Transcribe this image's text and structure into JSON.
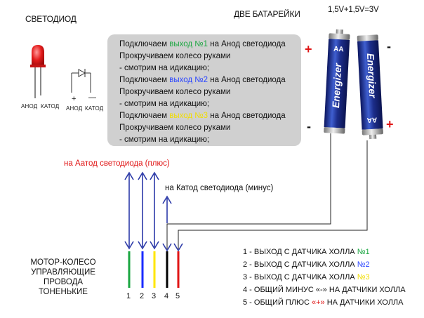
{
  "labels": {
    "led_title": "СВЕТОДИОД",
    "batteries_title": "ДВЕ БАТАРЕЙКИ",
    "voltage": "1,5V+1,5V=3V",
    "anode_pin": "АНОД",
    "cathode_pin": "КАТОД",
    "anode_symbol": "АНОД",
    "cathode_symbol": "КАТОД",
    "plus_symbol": "+",
    "minus_symbol": "—",
    "battery_left_plus": "+",
    "battery_left_minus": "-",
    "battery_right_minus": "-",
    "battery_right_plus": "+",
    "to_anode": "на Аатод светодиода (плюс)",
    "to_cathode": "на Катод светодиода (минус)",
    "motor_wheel": [
      "МОТОР-КОЛЕСО",
      "УПРАВЛЯЮЩИЕ ПРОВОДА",
      "ТОНЕНЬКИЕ"
    ],
    "battery_brand": "Energizer",
    "battery_size": "AA"
  },
  "instructions": {
    "s1_pre": "Подключаем ",
    "s1_out": "выход №1",
    "s1_post": " на Анод светодиода",
    "s2_pre": "Подключаем ",
    "s2_out": "выход №2",
    "s2_post": " на Анод светодиода",
    "s3_pre": "Подключаем ",
    "s3_out": "выход №3",
    "s3_post": " на Анод светодиода",
    "rotate": "Прокручиваем колесо руками",
    "observe": "- смотрим на идикацию;"
  },
  "wire_numbers": [
    "1",
    "2",
    "3",
    "4",
    "5"
  ],
  "legend": {
    "l1_pre": "1 - ВЫХОД С ДАТЧИКА ХОЛЛА ",
    "l1_num": "№1",
    "l2_pre": "2 - ВЫХОД С ДАТЧИКА ХОЛЛА ",
    "l2_num": "№2",
    "l3_pre": "3 - ВЫХОД С ДАТЧИКА ХОЛЛА ",
    "l3_num": "№3",
    "l4_pre": "4 - ОБЩИЙ МИНУС ",
    "l4_sym": "«-»",
    "l4_post": " НА ДАТЧИКИ ХОЛЛА",
    "l5_pre": "5 - ОБЩИЙ ПЛЮС ",
    "l5_sym": "«+»",
    "l5_post": " НА ДАТЧИКИ ХОЛЛА"
  },
  "colors": {
    "wire1": "#1aa640",
    "wire2": "#1a2bff",
    "wire3": "#ffe600",
    "wire4": "#000000",
    "wire5": "#e01515",
    "arrow": "#2c3aa8",
    "battery_body": "#1c2d8a",
    "led_red": "#e01515"
  }
}
